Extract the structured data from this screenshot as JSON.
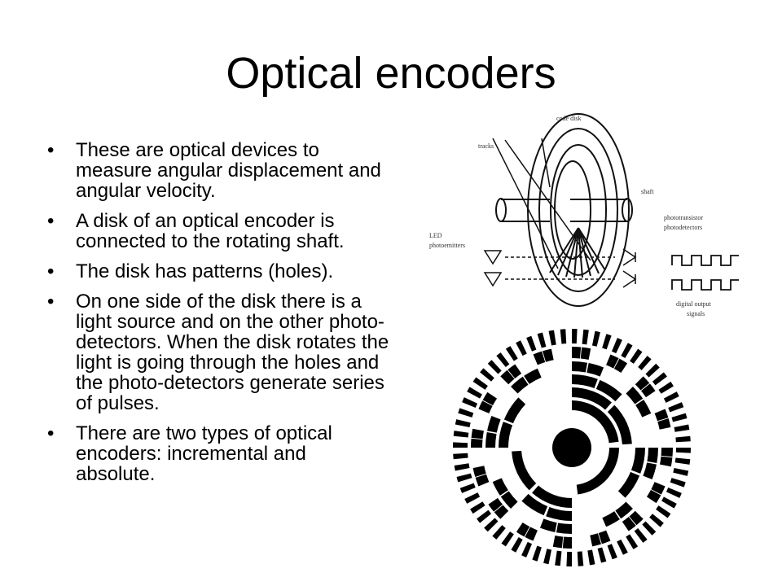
{
  "slide": {
    "title": "Optical encoders",
    "bullets": [
      "These are optical devices to measure angular displacement and angular velocity.",
      "A disk of an optical encoder is connected to the rotating shaft.",
      "The disk has patterns (holes).",
      "On one side of the disk there is a light source and on the other photo-detectors. When the disk rotates the light is going through the holes and the photo-detectors generate series of pulses.",
      "There are two types of optical encoders: incremental and absolute."
    ]
  },
  "icons": {
    "bullet": "•",
    "encoder_diagram": "optical-encoder-diagram-icon",
    "code_disk": "absolute-encoder-disk-icon"
  },
  "colors": {
    "text": "#000000",
    "background": "#ffffff"
  }
}
